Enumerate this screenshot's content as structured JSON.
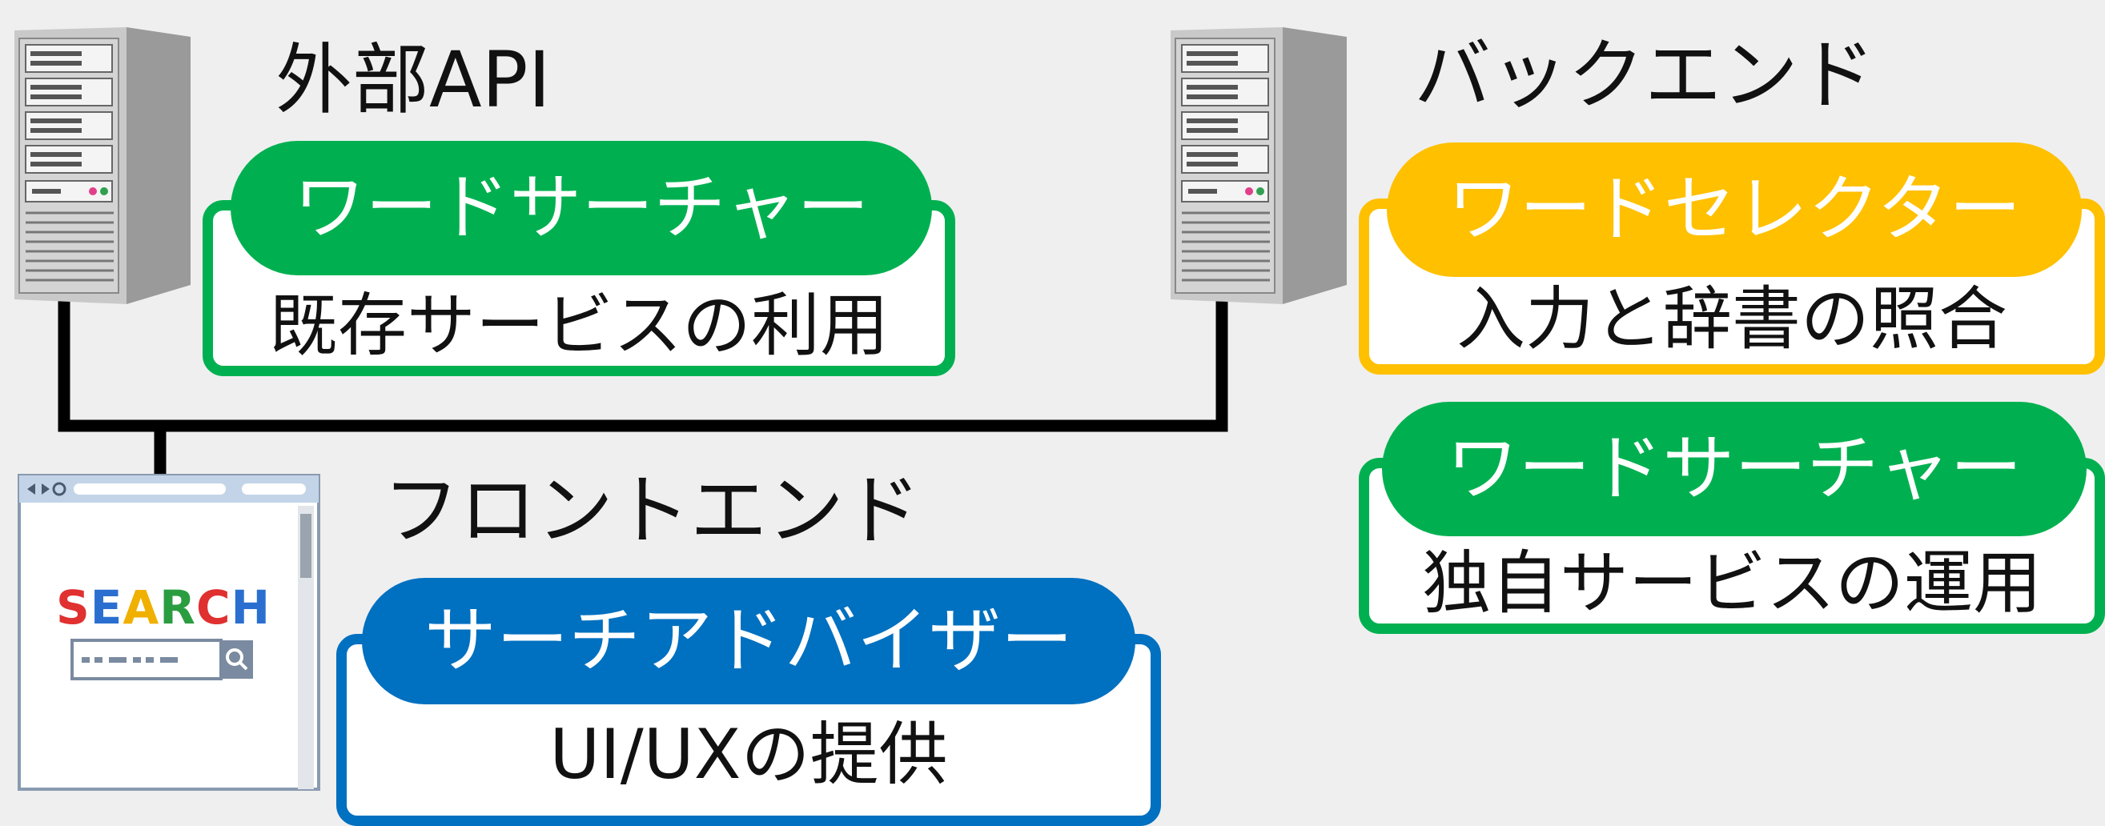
{
  "colors": {
    "green": "#00b050",
    "yellow": "#ffc000",
    "blue": "#0070c0",
    "line": "#000000",
    "background": "#efefef"
  },
  "external_api": {
    "title": "外部API",
    "role": "ワードサーチャー",
    "desc": "既存サービスの利用",
    "icon": "server-icon"
  },
  "backend": {
    "title": "バックエンド",
    "icon": "server-icon",
    "cards": [
      {
        "role": "ワードセレクター",
        "desc": "入力と辞書の照合",
        "color": "yellow"
      },
      {
        "role": "ワードサーチャー",
        "desc": "独自サービスの運用",
        "color": "green"
      }
    ]
  },
  "frontend": {
    "title": "フロントエンド",
    "role": "サーチアドバイザー",
    "desc": "UI/UXの提供",
    "icon": "browser-search-icon",
    "screen_text": "SEARCH"
  }
}
